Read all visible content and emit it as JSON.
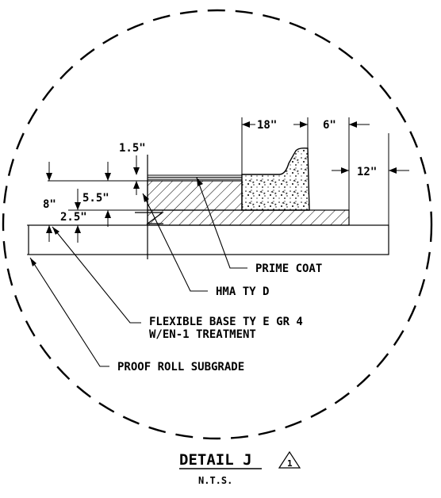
{
  "dimensions": {
    "d_1_5": "1.5\"",
    "d_8": "8\"",
    "d_5_5": "5.5\"",
    "d_2_5": "2.5\"",
    "d_18": "18\"",
    "d_6": "6\"",
    "d_12": "12\""
  },
  "callouts": {
    "prime_coat": "PRIME COAT",
    "hma": "HMA TY D",
    "flex_base_line1": "FLEXIBLE BASE TY E GR 4",
    "flex_base_line2": "W/EN-1 TREATMENT",
    "proof_roll": "PROOF ROLL SUBGRADE"
  },
  "title": {
    "detail": "DETAIL J",
    "revision": "1",
    "scale_note": "N.T.S."
  }
}
